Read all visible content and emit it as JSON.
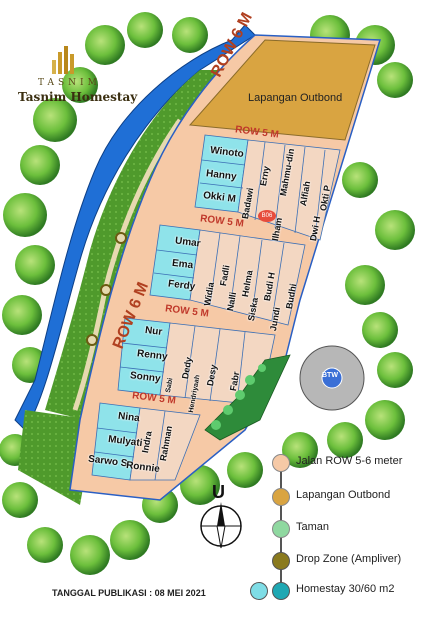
{
  "brand": {
    "name": "TASNIM",
    "title": "Tasnim Homestay"
  },
  "roads": {
    "main": "ROW 6 M",
    "secondary": "ROW 5 M"
  },
  "areas": {
    "outbond": "Lapangan Outbond",
    "btw": "BTW"
  },
  "block1": {
    "names": [
      "Winoto",
      "Hanny",
      "Okki M"
    ],
    "vertical": [
      "Badawi",
      "Erny",
      "Mahmu-din",
      "Ilham",
      "Alfiah",
      "Okti P",
      "Dwi H"
    ],
    "code": "B06"
  },
  "block2": {
    "names": [
      "Umar",
      "Ema",
      "Ferdy"
    ],
    "vertical": [
      "Widia",
      "Fadli",
      "Nalli",
      "Helma",
      "Siska",
      "Budi H",
      "Jundi",
      "Budhi"
    ]
  },
  "block3": {
    "names": [
      "Nur",
      "Renny",
      "Sonny"
    ],
    "vertical": [
      "Dedy",
      "Desy",
      "Fabr",
      "Sabi",
      "Hendriyaah"
    ]
  },
  "block4": {
    "names": [
      "Nina",
      "Mulyati",
      "Sarwo S",
      "Ronnie"
    ],
    "vertical": [
      "Indra",
      "Rahman"
    ]
  },
  "compass": {
    "label": "U"
  },
  "legend": [
    {
      "label": "Jalan ROW 5-6 meter",
      "color": "#f6c9a6"
    },
    {
      "label": "Lapangan Outbond",
      "color": "#d9a441"
    },
    {
      "label": "Taman",
      "color": "#8fd8a0"
    },
    {
      "label": "Drop Zone (Ampliver)",
      "color": "#8a7a1e"
    },
    {
      "label": "Homestay 30/60 m2",
      "color": "#7fdde6",
      "color2": "#1fa8b3"
    }
  ],
  "publication": "TANGGAL PUBLIKASI : 08 MEI 2021"
}
